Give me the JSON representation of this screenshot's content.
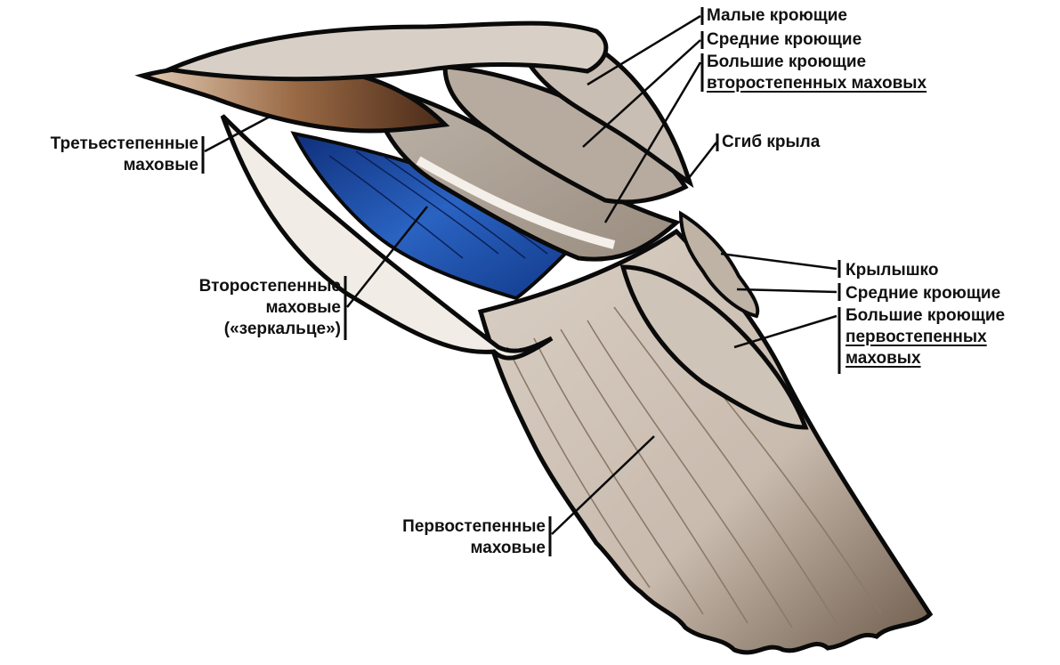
{
  "labels": {
    "lesser_coverts": "Малые кроющие",
    "median_coverts": "Средние кроющие",
    "greater_secondary_coverts_1": "Большие кроющие",
    "greater_secondary_coverts_2": "второстепенных маховых",
    "wrist": "Сгиб крыла",
    "alula": "Крылышко",
    "median_primary_coverts": "Средние кроющие",
    "greater_primary_coverts_1": "Большие кроющие",
    "greater_primary_coverts_2": "первостепенных",
    "greater_primary_coverts_3": "маховых",
    "tertials_1": "Третьестепенные",
    "tertials_2": "маховые",
    "secondaries_1": "Второстепенные",
    "secondaries_2": "маховые",
    "secondaries_3": "(«зеркальце»)",
    "primaries_1": "Первостепенные",
    "primaries_2": "маховые"
  },
  "colors": {
    "outline": "#0a0a0a",
    "feather_light": "#e8e0d6",
    "feather_mid": "#b9ab9c",
    "feather_dark": "#6b5a4b",
    "speculum_blue": "#1d4fa8",
    "tertial_brown": "#7a4a2a"
  }
}
